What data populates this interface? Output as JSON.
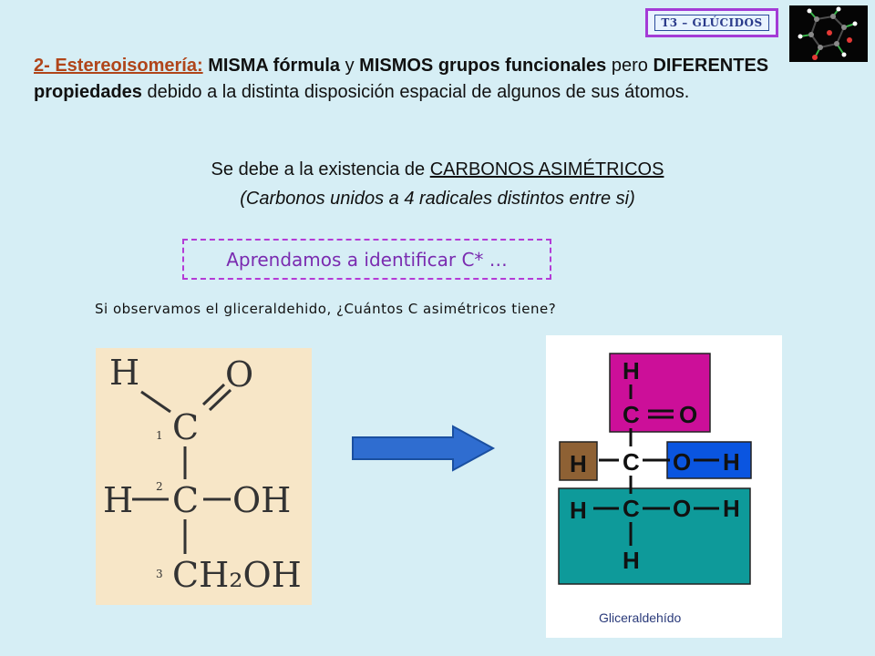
{
  "badge": {
    "label": "T3 – GLÚCIDOS"
  },
  "intro": {
    "heading": "2- Estereoisomería:",
    "s1": " ",
    "b1": "MISMA fórmula",
    "t1": " y ",
    "b2": "MISMOS grupos funcionales",
    "t2": " pero ",
    "b3": "DIFERENTES propiedades",
    "t3": " debido a la distinta disposición espacial de algunos de sus átomos."
  },
  "cause": {
    "prefix": "Se debe a la existencia de ",
    "term": "CARBONOS ASIMÉTRICOS",
    "note": "(Carbonos unidos a 4 radicales distintos entre si)"
  },
  "callout": {
    "text": "Aprendamos a identificar C* …"
  },
  "question": {
    "text": "Si observamos el gliceraldehido, ¿Cuántos C asimétricos tiene?"
  },
  "left_structure": {
    "h_top": "H",
    "o_top": "O",
    "c1": "C",
    "n1": "1",
    "h_left": "H",
    "c2": "C",
    "n2": "2",
    "oh": "OH",
    "n3": "3",
    "ch2oh": "CH₂OH"
  },
  "right_structure": {
    "h1": "H",
    "c1": "C",
    "o1": "O",
    "h2": "H",
    "c2": "C",
    "o2": "O",
    "h3": "H",
    "h4": "H",
    "c3": "C",
    "o3": "O",
    "h5": "H",
    "h6": "H",
    "caption": "Gliceraldehído",
    "colors": {
      "aldehyde": "#cc0f99",
      "h_group": "#8e6134",
      "oh_group": "#0a55e0",
      "ch2oh_group": "#0e9a9a"
    }
  },
  "colors": {
    "background": "#d6eef5",
    "heading": "#b0451a",
    "callout": "#7a2bb0",
    "arrow": "#2f6dd0"
  }
}
